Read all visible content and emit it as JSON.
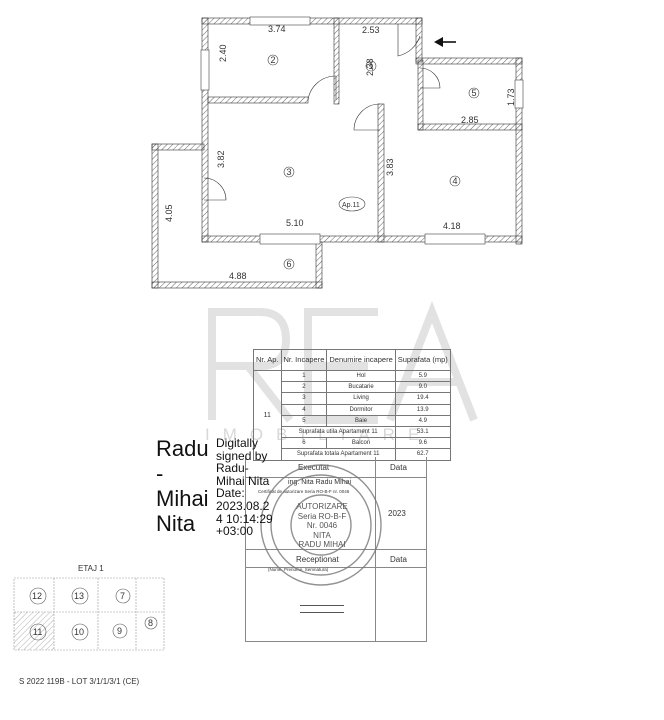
{
  "plan": {
    "dimensions": {
      "room2_width": "3.74",
      "room2_height": "2.40",
      "hall_width": "2.53",
      "hall_height": "2.38",
      "bath_height": "1.73",
      "bath_width": "2.85",
      "living_height": "3.82",
      "living_width": "5.10",
      "bedroom_height": "3.83",
      "bedroom_width": "4.18",
      "balcony_height": "4.05",
      "balcony_width": "4.88"
    },
    "room_numbers": [
      "1",
      "2",
      "3",
      "4",
      "5",
      "6"
    ],
    "apartment_label": "Ap.11"
  },
  "watermark": {
    "text": "IMOBILIARE"
  },
  "table": {
    "headers": {
      "nr_ap": "Nr. Ap.",
      "nr_incapere": "Nr. Incapere",
      "denumire": "Denumire incapere",
      "suprafata": "Suprafata (mp)"
    },
    "apartment": "11",
    "rows": [
      {
        "nr": "1",
        "name": "Hol",
        "area": "5.9"
      },
      {
        "nr": "2",
        "name": "Bucatarie",
        "area": "9.0"
      },
      {
        "nr": "3",
        "name": "Living",
        "area": "19.4"
      },
      {
        "nr": "4",
        "name": "Dormitor",
        "area": "13.9"
      },
      {
        "nr": "5",
        "name": "Baie",
        "area": "4.9"
      }
    ],
    "useful_label": "Suprafata utila Apartament 11",
    "useful_value": "53.1",
    "balcony": {
      "nr": "6",
      "name": "Balcon",
      "area": "9.6"
    },
    "total_label": "Suprafata totala Apartament 11",
    "total_value": "62.7"
  },
  "sign_box": {
    "executat": "Executat",
    "data_label": "Data",
    "year": "2023",
    "receptionat": "Receptionat",
    "data_label_2": "Data",
    "executor_name": "ing. Nita Radu Mihai",
    "authorization_line": "Certificat de autorizare Seria RO-B-F nr. 0046",
    "receptionat_sub": "(Nume, Prenume, Semnatura)"
  },
  "signature": {
    "name_lines": [
      "Radu",
      "-",
      "Mihai",
      "Nita"
    ],
    "info_lines": [
      "Digitally",
      "signed by",
      "Radu-",
      "Mihai Nita",
      "Date:",
      "2023.08.2",
      "4 10:14:29",
      "+03:00"
    ]
  },
  "stamp": {
    "center_lines": [
      "AUTORIZARE",
      "Seria RO-B-F",
      "Nr. 0046",
      "NITA",
      "RADU MIHAI"
    ]
  },
  "floor_key": {
    "label": "ETAJ 1",
    "units": [
      "12",
      "13",
      "7",
      "11",
      "10",
      "9",
      "8"
    ]
  },
  "footer": {
    "text": "S 2022 119B - LOT 3/1/1/3/1 (CE)"
  }
}
